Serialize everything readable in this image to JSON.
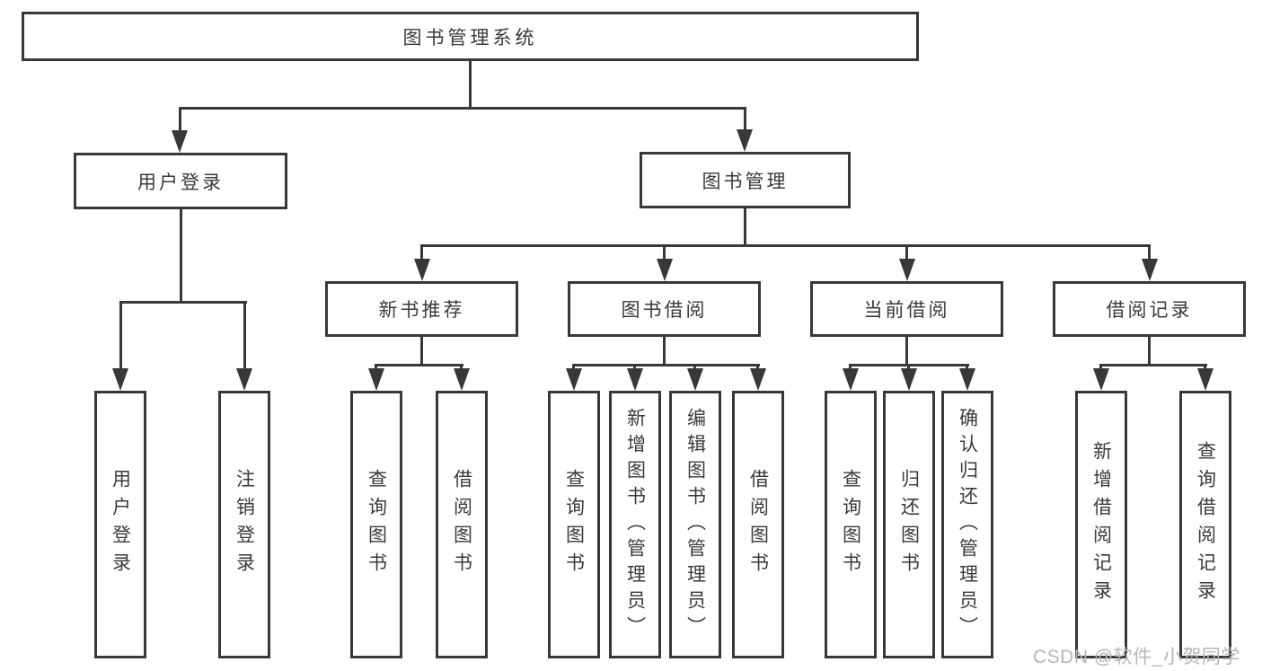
{
  "diagram_type": "hierarchy-tree",
  "colors": {
    "background": "#ffffff",
    "box_fill": "#ffffff",
    "line": "#383838",
    "text": "#3a3a3a",
    "watermark": "#b6b6b6"
  },
  "watermark": {
    "text": "CSDN @软件_小贺同学"
  },
  "tree": {
    "label": "图书管理系统",
    "children": [
      {
        "label": "用户登录",
        "children": [
          {
            "label": "用户登录"
          },
          {
            "label": "注销登录"
          }
        ]
      },
      {
        "label": "图书管理",
        "children": [
          {
            "label": "新书推荐",
            "children": [
              {
                "label": "查询图书"
              },
              {
                "label": "借阅图书"
              }
            ]
          },
          {
            "label": "图书借阅",
            "children": [
              {
                "label": "查询图书"
              },
              {
                "label": "新增图书（管理员）"
              },
              {
                "label": "编辑图书（管理员）"
              },
              {
                "label": "借阅图书"
              }
            ]
          },
          {
            "label": "当前借阅",
            "children": [
              {
                "label": "查询图书"
              },
              {
                "label": "归还图书"
              },
              {
                "label": "确认归还（管理员）"
              }
            ]
          },
          {
            "label": "借阅记录",
            "children": [
              {
                "label": "新增借阅记录"
              },
              {
                "label": "查询借阅记录"
              }
            ]
          }
        ]
      }
    ]
  }
}
